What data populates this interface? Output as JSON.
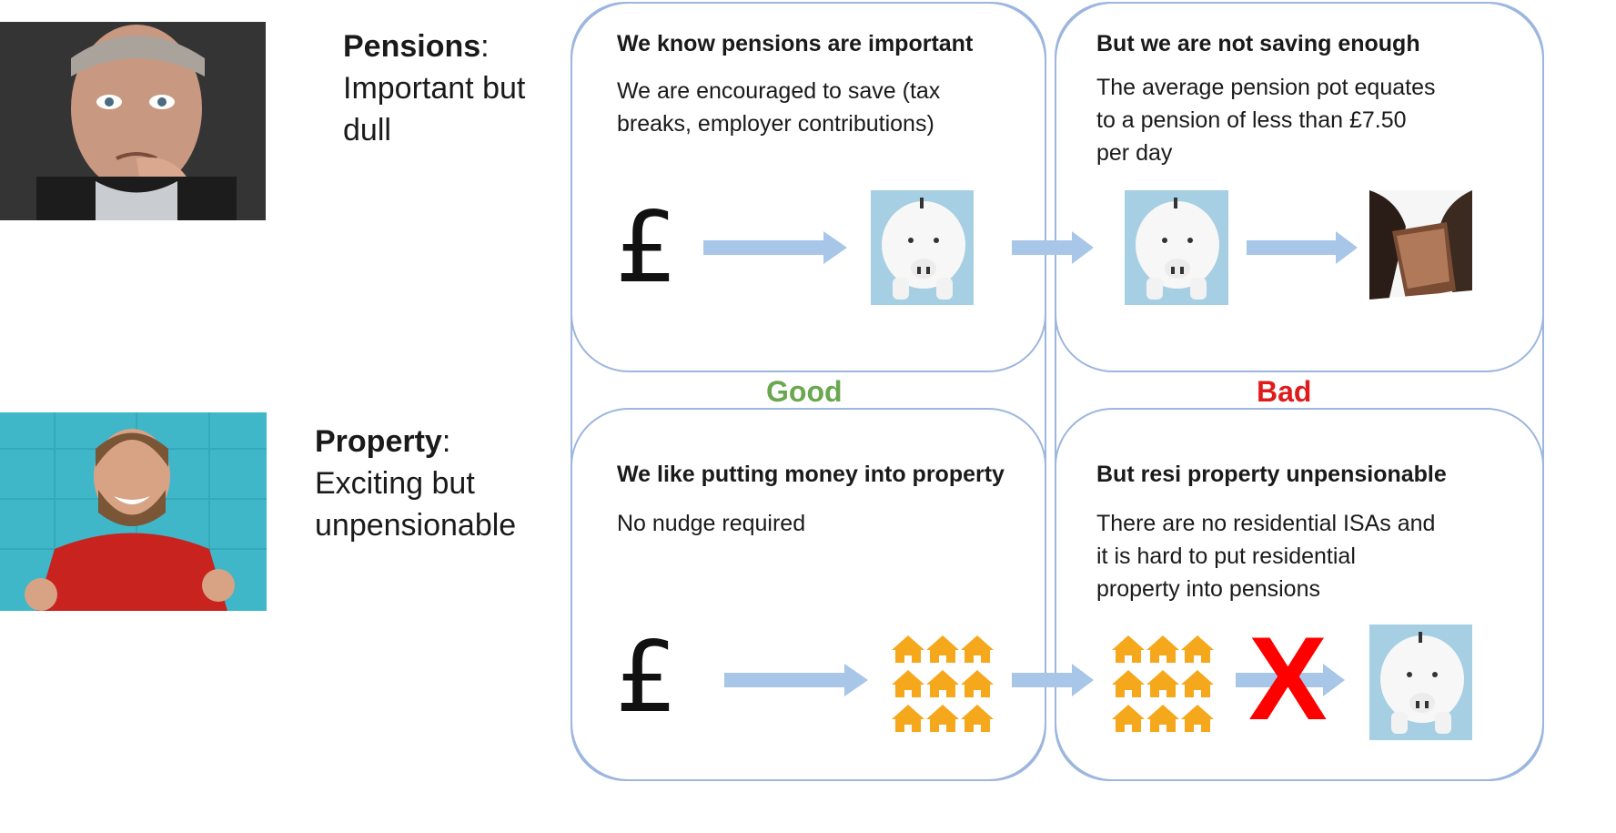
{
  "pensions": {
    "keyword": "Pensions",
    "colon": ":",
    "line2": "Important but",
    "line3": "dull"
  },
  "property": {
    "keyword": "Property",
    "colon": ":",
    "line2": "Exciting but",
    "line3": "unpensionable"
  },
  "quadrants": {
    "top_left": {
      "title": "We know pensions are important",
      "body": [
        "We are encouraged to save (tax",
        "breaks, employer contributions)"
      ],
      "symbol": "£"
    },
    "top_right": {
      "title": "But we are not saving enough",
      "body": [
        "The average pension pot equates",
        "to a pension of less than £7.50",
        "per day"
      ]
    },
    "bottom_left": {
      "title": "We like putting money into property",
      "body": [
        "No nudge required"
      ],
      "symbol": "£"
    },
    "bottom_right": {
      "title": "But resi property unpensionable",
      "body": [
        "There are no residential ISAs and",
        "it is hard to put residential",
        "property into pensions"
      ],
      "cross": "X"
    }
  },
  "labels": {
    "good": "Good",
    "bad": "Bad"
  },
  "colors": {
    "border": "#9cb6de",
    "arrow": "#a8c6e8",
    "good": "#6aa84f",
    "bad": "#e01b1b",
    "house": "#f6a81c",
    "piggy_bg": "#a6cfe3"
  },
  "icons": [
    "pound-sign",
    "piggy-bank-icon",
    "house-icon",
    "wallet-icon",
    "cross-icon",
    "arrow-right-icon"
  ]
}
